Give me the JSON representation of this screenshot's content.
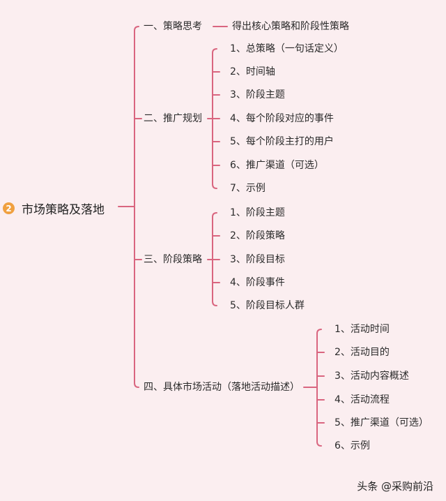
{
  "root": {
    "badge": "2",
    "label": "市场策略及落地",
    "color": "#f0a040"
  },
  "line_color": "#d9657f",
  "branches": [
    {
      "label": "一、策略思考",
      "children": [
        "得出核心策略和阶段性策略"
      ]
    },
    {
      "label": "二、推广规划",
      "children": [
        "1、总策略（一句话定义）",
        "2、时间轴",
        "3、阶段主题",
        "4、每个阶段对应的事件",
        "5、每个阶段主打的用户",
        "6、推广渠道（可选）",
        "7、示例"
      ]
    },
    {
      "label": "三、阶段策略",
      "children": [
        "1、阶段主题",
        "2、阶段策略",
        "3、阶段目标",
        "4、阶段事件",
        "5、阶段目标人群"
      ]
    },
    {
      "label": "四、具体市场活动（落地活动描述）",
      "children": [
        "1、活动时间",
        "2、活动目的",
        "3、活动内容概述",
        "4、活动流程",
        "5、推广渠道（可选）",
        "6、示例"
      ]
    }
  ],
  "watermark": "头条 @采购前沿"
}
